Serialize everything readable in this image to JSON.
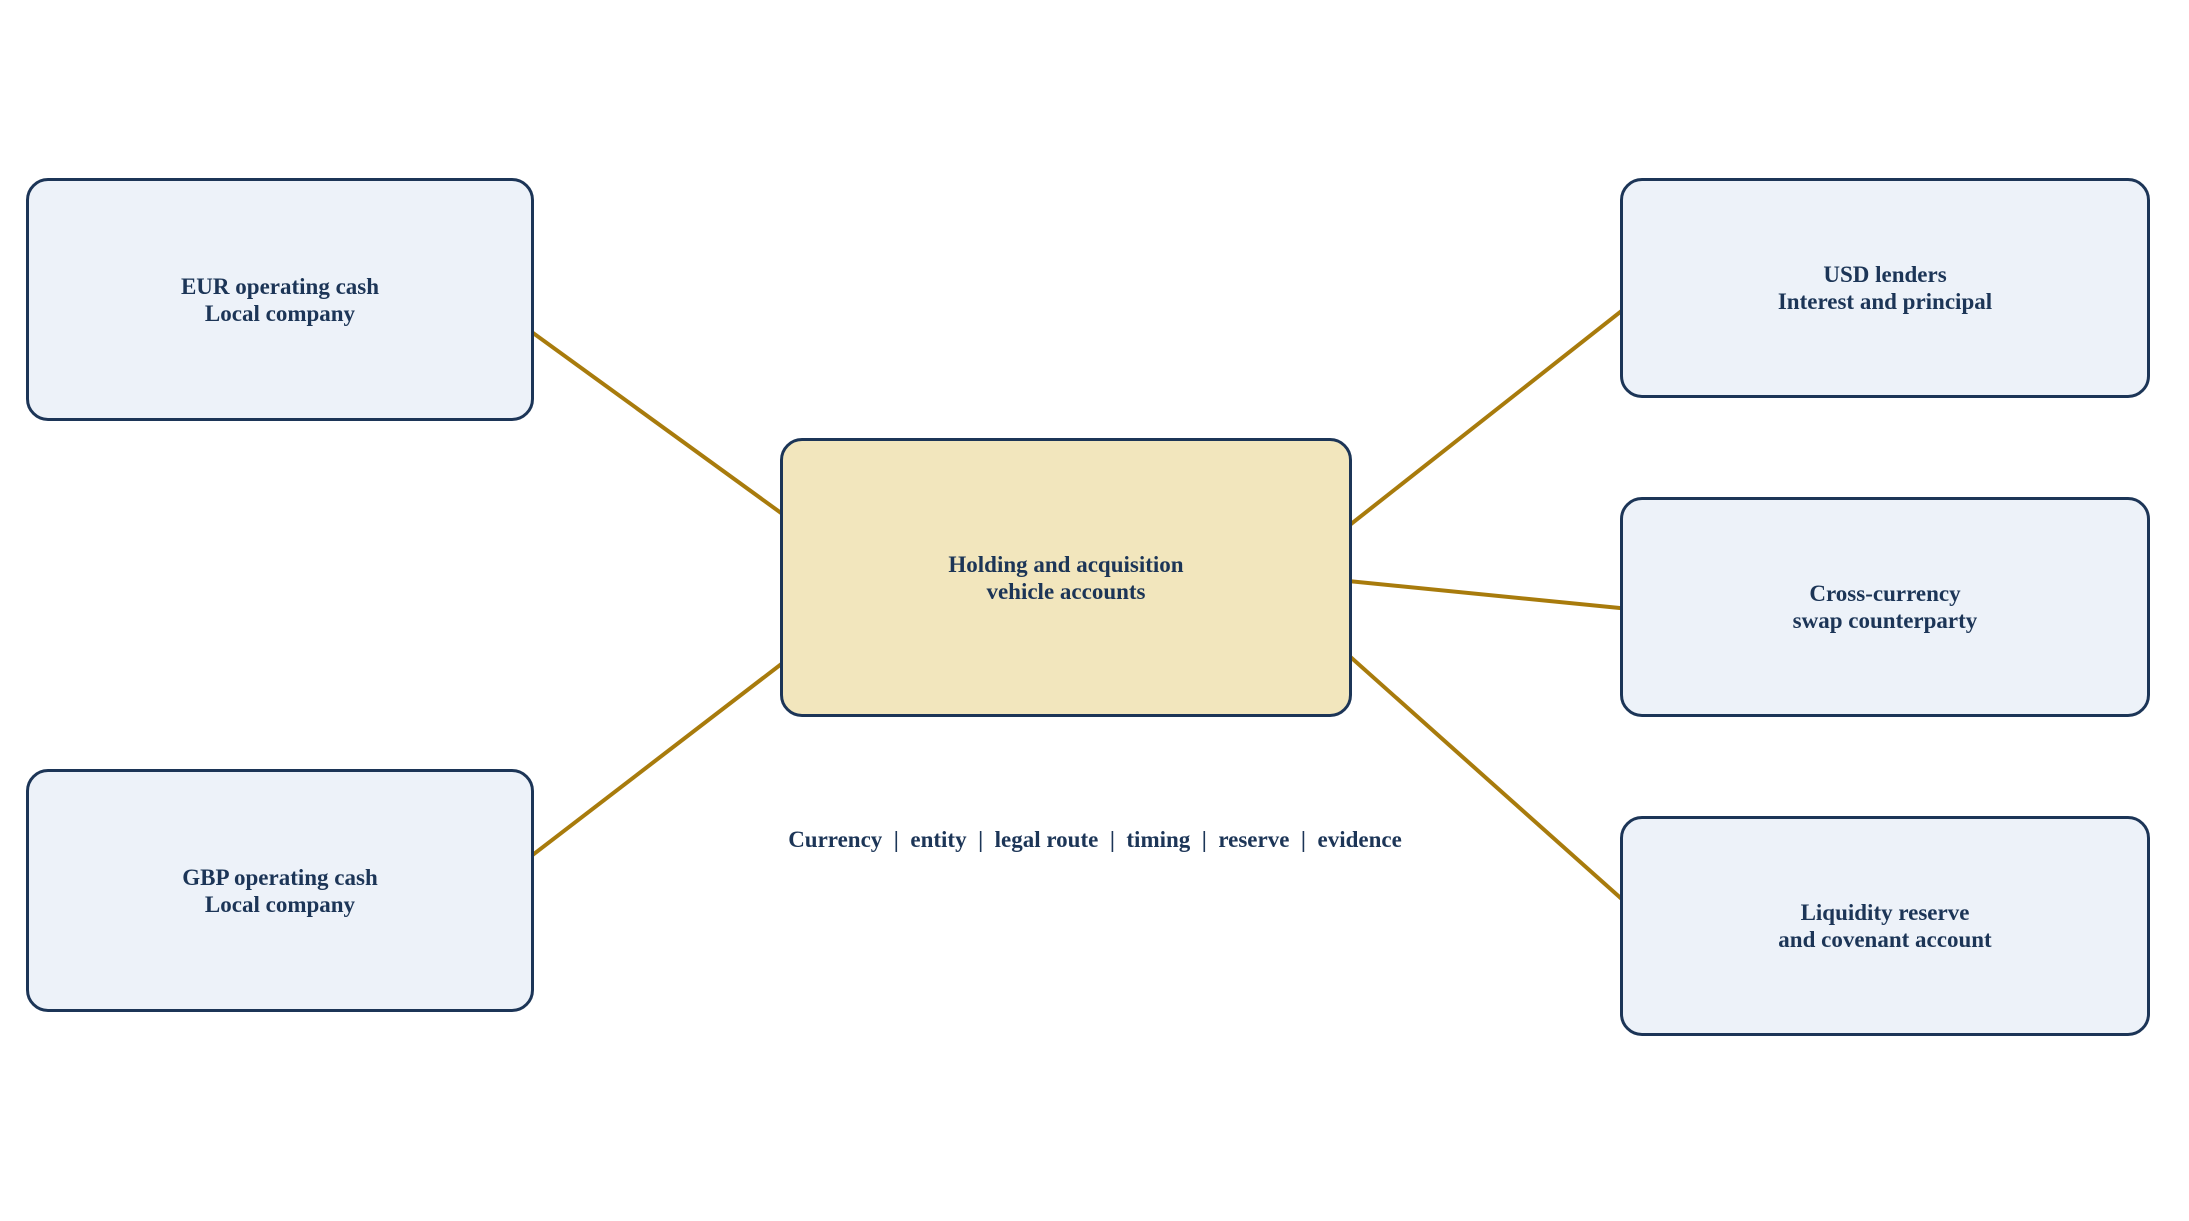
{
  "colors": {
    "node_fill": "#edf2f9",
    "hub_fill": "#f2e6bd",
    "border": "#1c3557",
    "text": "#1c3557",
    "arrow": "#a87b0c"
  },
  "sources": [
    {
      "line1": "EUR operating cash",
      "line2": "Local company"
    },
    {
      "line1": "GBP operating cash",
      "line2": "Local company"
    }
  ],
  "hub": {
    "line1": "Holding and acquisition",
    "line2": "vehicle accounts"
  },
  "destinations": [
    {
      "line1": "USD lenders",
      "line2": "Interest and principal"
    },
    {
      "line1": "Cross-currency",
      "line2": "swap counterparty"
    },
    {
      "line1": "Liquidity reserve",
      "line2": "and covenant account"
    }
  ],
  "caption": "Currency  |  entity  |  legal route  |  timing  |  reserve  |  evidence"
}
